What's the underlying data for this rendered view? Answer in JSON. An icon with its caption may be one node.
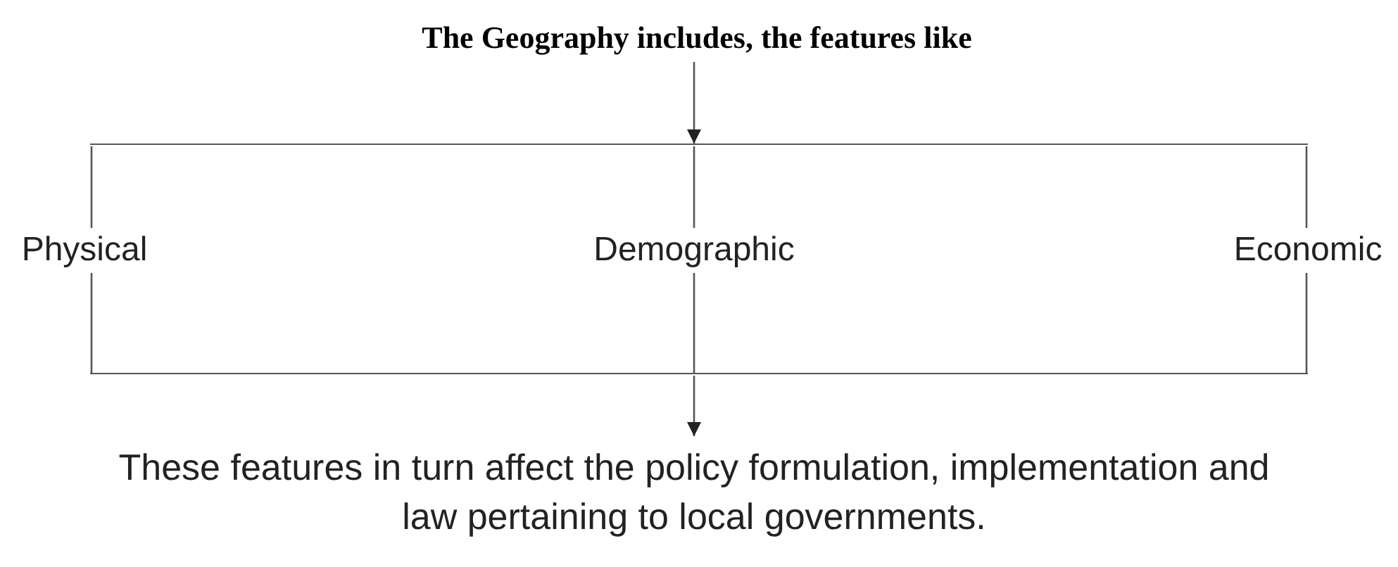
{
  "diagram": {
    "nodes": [
      {
        "text": [
          "The Geography includes, the features like"
        ]
      },
      {
        "text": [],
        "shape": "bar"
      },
      {
        "text": [
          "Physical"
        ]
      },
      {
        "text": [
          "Demographic"
        ]
      },
      {
        "text": [
          "Economic"
        ]
      },
      {
        "text": [],
        "shape": "bar"
      },
      {
        "text": [
          "These features in turn affect the policy formulation, implementation and law pertaining to local governments."
        ]
      }
    ],
    "edges": [
      {
        "from": 0,
        "to": 1,
        "arrow": "to"
      },
      {
        "from": 1,
        "to": 2,
        "arrow": "none"
      },
      {
        "from": 1,
        "to": 3,
        "arrow": "none"
      },
      {
        "from": 1,
        "to": 4,
        "arrow": "none"
      },
      {
        "from": 2,
        "to": 5,
        "arrow": "none"
      },
      {
        "from": 3,
        "to": 5,
        "arrow": "none"
      },
      {
        "from": 4,
        "to": 5,
        "arrow": "none"
      },
      {
        "from": 5,
        "to": 6,
        "arrow": "to"
      }
    ]
  }
}
